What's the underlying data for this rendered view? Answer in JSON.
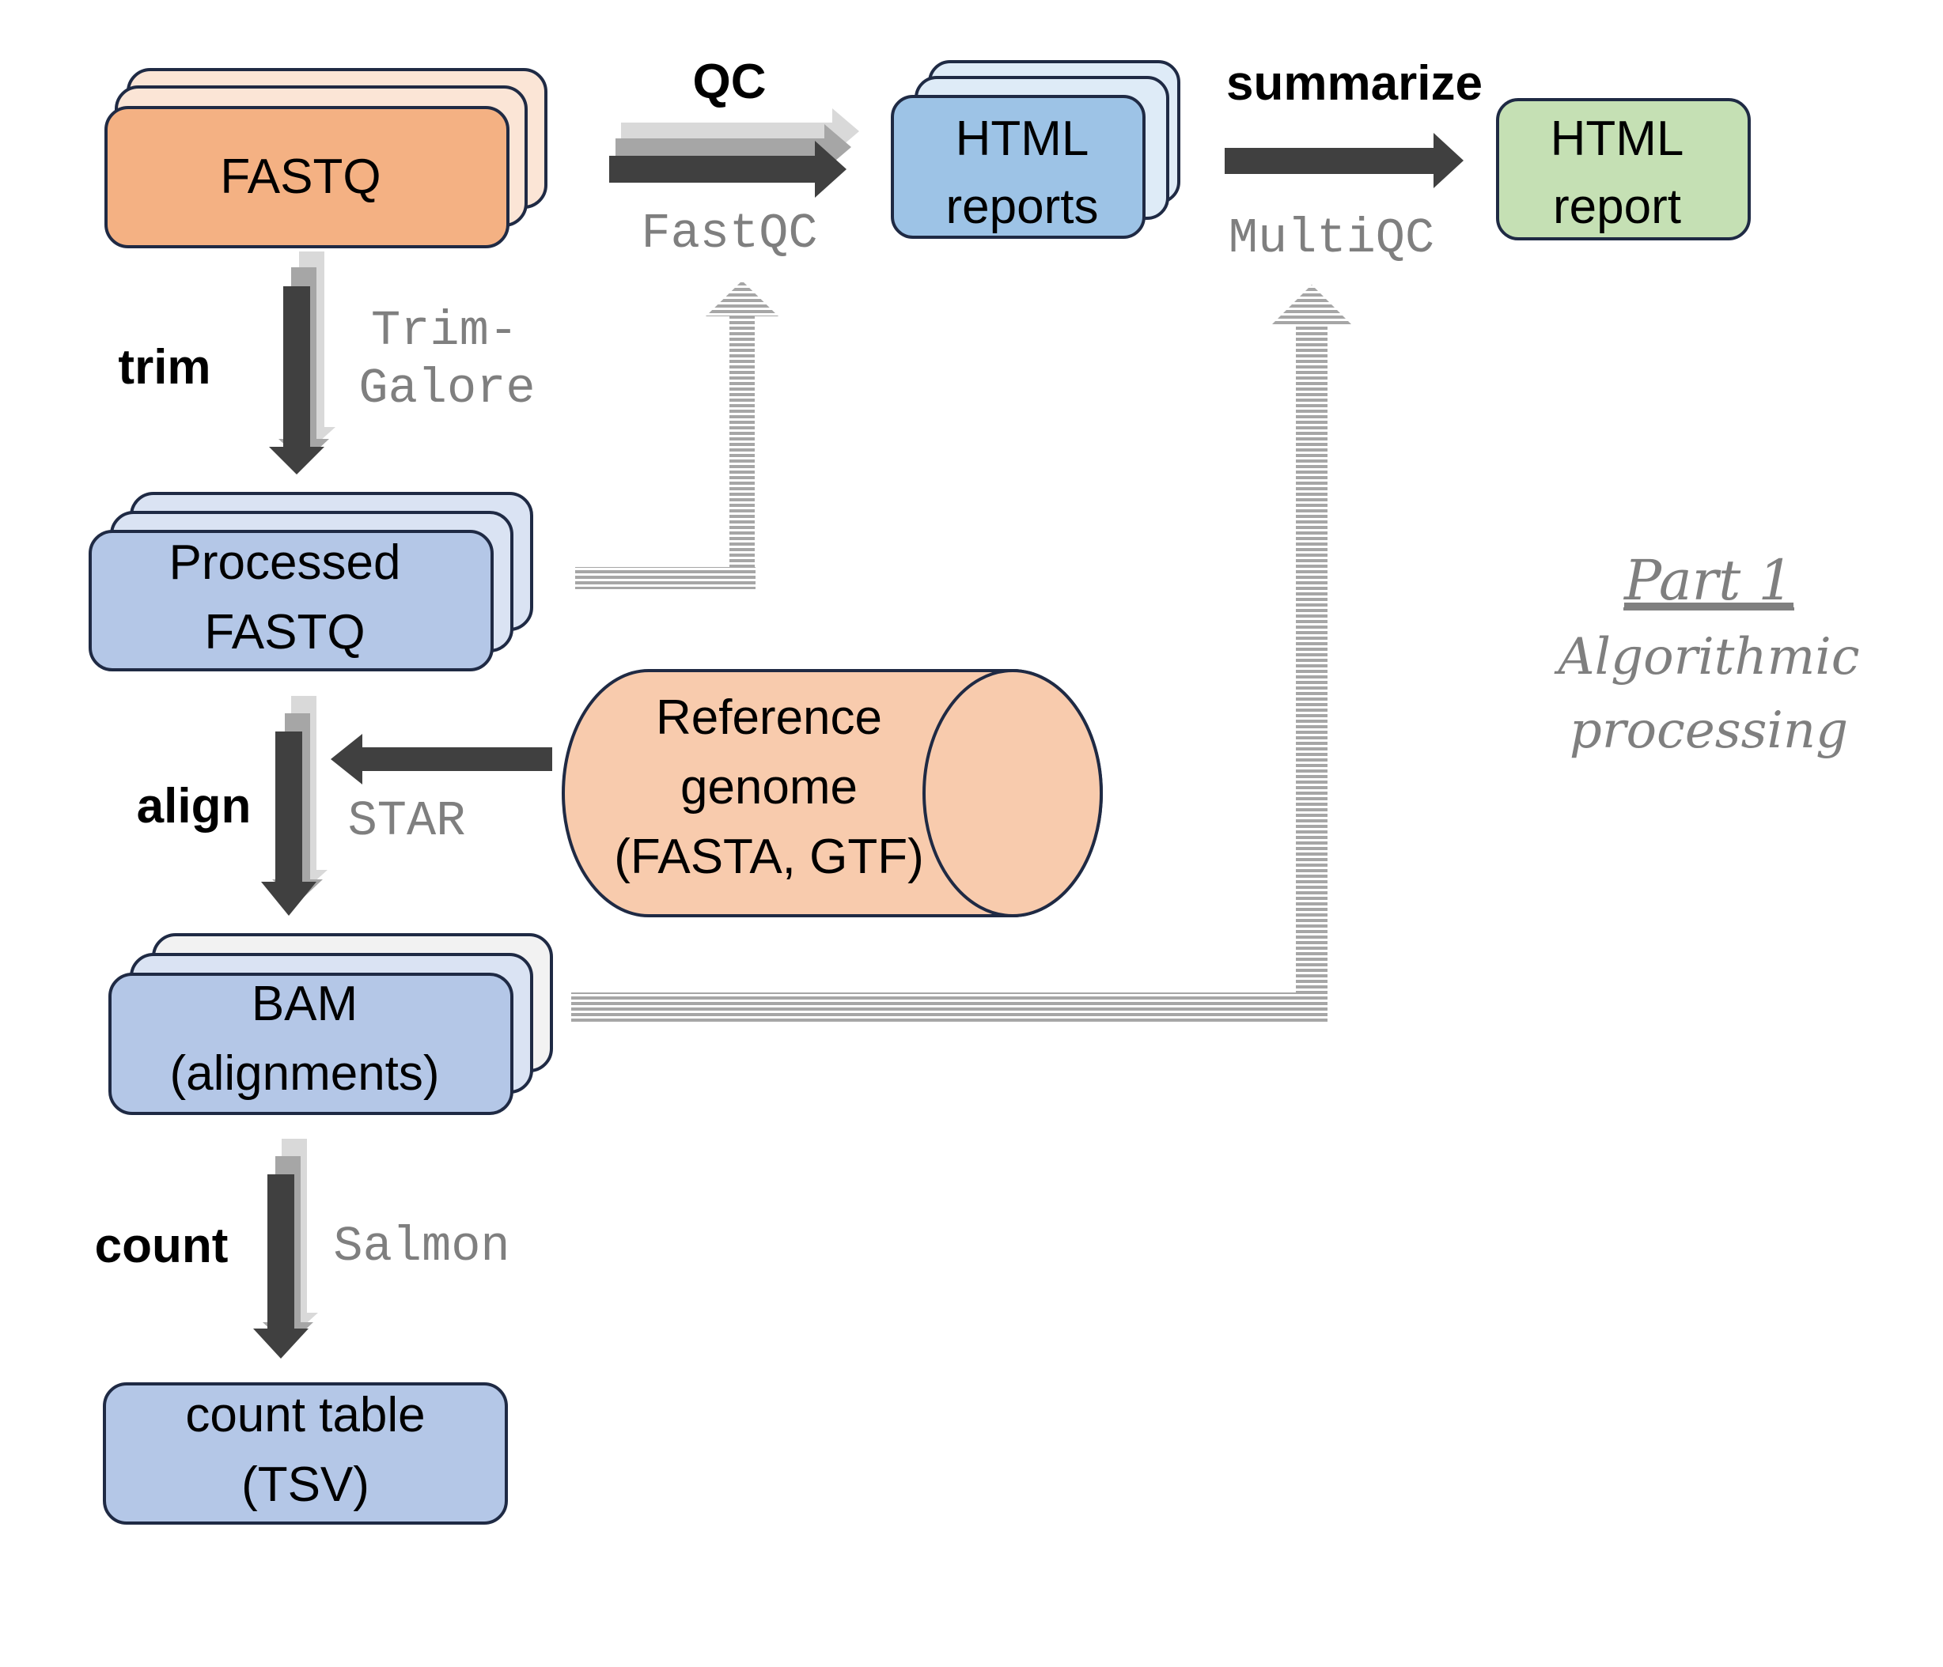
{
  "title": {
    "part": "Part 1",
    "line1": "Algorithmic",
    "line2": "processing"
  },
  "nodes": {
    "fastq": {
      "label": "FASTQ",
      "fill": "#f4b183",
      "stack_fill": "#fbe5d6"
    },
    "processed_fastq": {
      "line1": "Processed",
      "line2": "FASTQ",
      "fill": "#b4c7e7",
      "stack_fill": "#dae3f3"
    },
    "bam": {
      "line1": "BAM",
      "line2": "(alignments)",
      "fill": "#b4c7e7",
      "stack_fill": "#dae3f3"
    },
    "count_table": {
      "line1": "count table",
      "line2": "(TSV)",
      "fill": "#b4c7e7"
    },
    "html_reports": {
      "line1": "HTML",
      "line2": "reports",
      "fill": "#9dc3e6",
      "stack_fill": "#deebf7"
    },
    "html_report": {
      "line1": "HTML",
      "line2": "report",
      "fill": "#c5e0b4"
    },
    "reference": {
      "line1": "Reference",
      "line2": "genome",
      "line3": "(FASTA, GTF)",
      "fill": "#f8cbad"
    }
  },
  "steps": {
    "qc": {
      "verb": "QC",
      "tool": "FastQC"
    },
    "summarize": {
      "verb": "summarize",
      "tool": "MultiQC"
    },
    "trim": {
      "verb": "trim",
      "tool_line1": "Trim-",
      "tool_line2": "Galore"
    },
    "align": {
      "verb": "align",
      "tool": "STAR"
    },
    "count": {
      "verb": "count",
      "tool": "Salmon"
    }
  },
  "colors": {
    "outline": "#1f2a44",
    "arrow": "#404040",
    "ghost_arrow_1": "#a6a6a6",
    "ghost_arrow_2": "#d9d9d9",
    "dashed_connector": "#a6a6a6",
    "tool_text": "#7f7f7f"
  }
}
